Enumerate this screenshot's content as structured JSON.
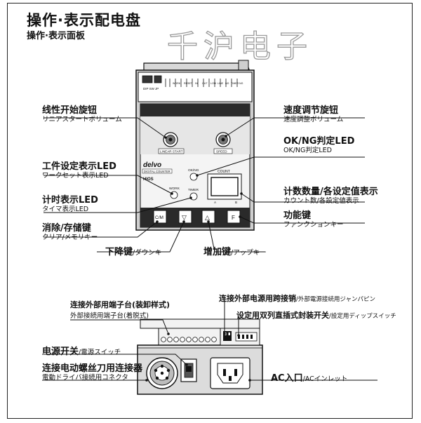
{
  "title": "操作·表示配电盘",
  "subtitle": "操作·表示面板",
  "watermark": "千沪电子",
  "front_panel": {
    "brand": "delvo",
    "model": "DIGITAL COUNTER",
    "maker": "HIOS",
    "dip_label": "DIP SW",
    "jp_label": "JP",
    "terminal_labels": [
      "WORK",
      "RESET",
      "IN",
      "OUT",
      "LOW",
      "LINE",
      "NG",
      "TIMER",
      "NG"
    ],
    "knob_left_label": "LINEAR START",
    "knob_right_label": "SPEED",
    "led_okng": "OK/NG",
    "led_count": "COUNT",
    "led_work": "WORK",
    "led_timer": "TIMER",
    "count_a": "A",
    "count_b": "B",
    "buttons": [
      "C/M",
      "▽",
      "△",
      "F"
    ]
  },
  "callouts": {
    "linear_knob": {
      "zh": "线性开始旋钮",
      "jp": "リニアスタートボリューム"
    },
    "speed_knob": {
      "zh": "速度调节旋钮",
      "jp": "速度調整ボリューム"
    },
    "okng_led": {
      "zh": "OK/NG判定LED",
      "jp": "OK/NG判定LED"
    },
    "work_led": {
      "zh": "工件设定表示LED",
      "jp": "ワークセット表示LED"
    },
    "timer_led": {
      "zh": "计时表示LED",
      "jp": "タイマ表示LED"
    },
    "count": {
      "zh": "计数数量/各设定值表示",
      "jp": "カウント数/各設定値表示"
    },
    "func_key": {
      "zh": "功能键",
      "jp": "ファンクションキー"
    },
    "clear_key": {
      "zh": "消除/存储键",
      "jp": "クリア/メモリキー"
    },
    "down_key": {
      "zh": "下降键",
      "jp": "/ダウンキー"
    },
    "up_key": {
      "zh": "增加键",
      "jp": "/アップキー"
    },
    "terminal_block": {
      "zh": "连接外部用端子台(装卸样式)",
      "jp": "外部接続用端子台(着脱式)"
    },
    "jumper": {
      "zh": "连接外部电源用跨接销",
      "jp": "/外部電源接続用ジャンパピン"
    },
    "dip_switch": {
      "zh": "设定用双列直插式封装开关",
      "jp": "/設定用ディップスイッチ"
    },
    "power_switch": {
      "zh": "电源开关",
      "jp": "/電源スイッチ"
    },
    "driver_connector": {
      "zh": "连接电动螺丝刀用连接器",
      "jp": "電動ドライバ接続用コネクタ"
    },
    "ac_inlet": {
      "zh": "AC入口",
      "jp": "/ACインレット"
    }
  }
}
